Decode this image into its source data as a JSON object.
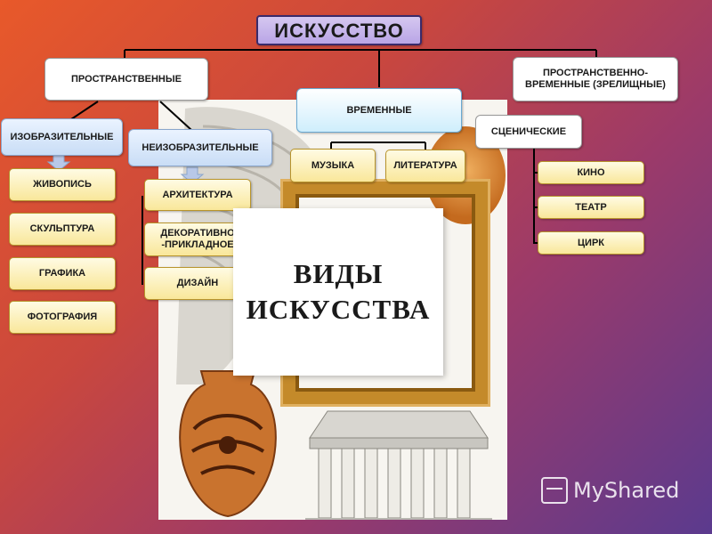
{
  "root": "ИСКУССТВО",
  "branches": {
    "spatial": "ПРОСТРАНСТВЕННЫЕ",
    "temporal": "ВРЕМЕННЫЕ",
    "spatial_temporal": "ПРОСТРАНСТВЕННО-ВРЕМЕННЫЕ (ЗРЕЛИЩНЫЕ)"
  },
  "spatial": {
    "visual": {
      "label": "ИЗОБРАЗИТЕЛЬНЫЕ",
      "items": [
        "ЖИВОПИСЬ",
        "СКУЛЬПТУРА",
        "ГРАФИКА",
        "ФОТОГРАФИЯ"
      ]
    },
    "nonvisual": {
      "label": "НЕИЗОБРАЗИТЕЛЬНЫЕ",
      "items": [
        "АРХИТЕКТУРА",
        "ДЕКОРАТИВНО -ПРИКЛАДНОЕ",
        "ДИЗАЙН"
      ]
    }
  },
  "temporal": {
    "items": [
      "МУЗЫКА",
      "ЛИТЕРАТУРА"
    ]
  },
  "spectacle": {
    "stage_label": "СЦЕНИЧЕСКИЕ",
    "items": [
      "КИНО",
      "ТЕАТР",
      "ЦИРК"
    ]
  },
  "title_card": {
    "line1": "ВИДЫ",
    "line2": "ИСКУССТВА"
  },
  "watermark": "MyShared",
  "colors": {
    "line": "#000000",
    "root_fill": "#c6b4ec",
    "item_fill": "#fbeeae"
  }
}
